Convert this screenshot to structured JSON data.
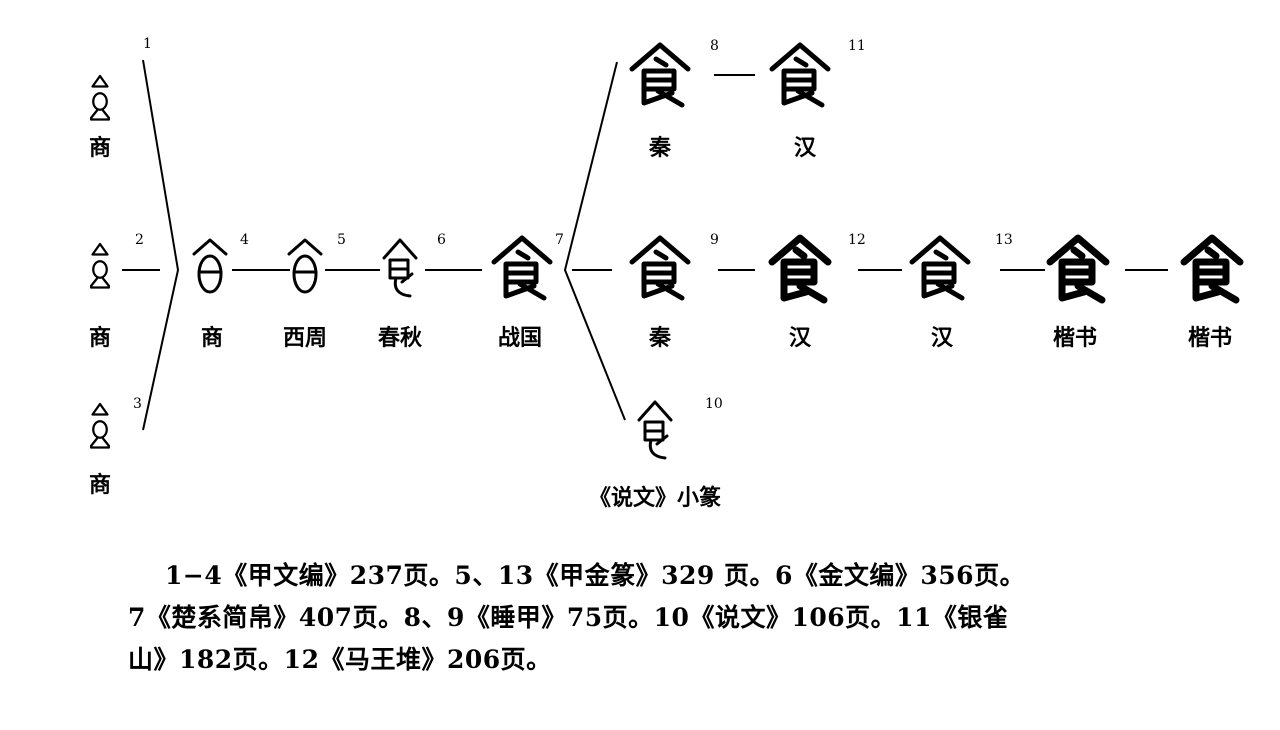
{
  "forms": [
    {
      "num": "1",
      "period": "商"
    },
    {
      "num": "2",
      "period": "商"
    },
    {
      "num": "3",
      "period": "商"
    },
    {
      "num": "4",
      "period": "商"
    },
    {
      "num": "5",
      "period": "西周"
    },
    {
      "num": "6",
      "period": "春秋"
    },
    {
      "num": "7",
      "period": "战国"
    },
    {
      "num": "8",
      "period": "秦"
    },
    {
      "num": "9",
      "period": "秦"
    },
    {
      "num": "10",
      "period": "《说文》小篆"
    },
    {
      "num": "11",
      "period": "汉"
    },
    {
      "num": "12",
      "period": "汉"
    },
    {
      "num": "13",
      "period": "汉"
    },
    {
      "num": "",
      "period": "楷书"
    },
    {
      "num": "",
      "period": "楷书"
    }
  ],
  "caption": [
    "1−4《甲文编》237页。5、13《甲金篆》329 页。6《金文编》356页。",
    "7《楚系简帛》407页。8、9《睡甲》75页。10《说文》106页。11《银雀",
    "山》182页。12《马王堆》206页。"
  ]
}
